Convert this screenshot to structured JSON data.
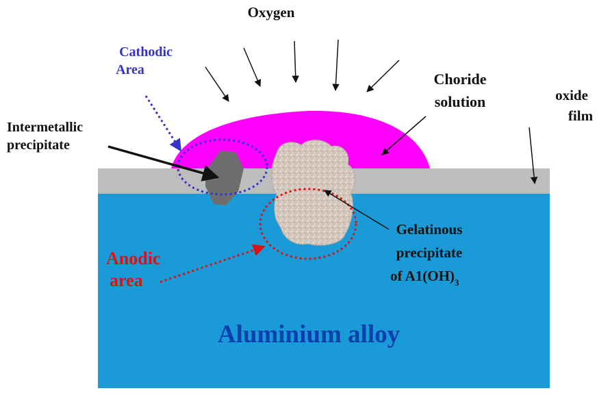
{
  "labels": {
    "oxygen": "Oxygen",
    "cathodic_line1": "Cathodic",
    "cathodic_line2": "Area",
    "chloride_line1": "Choride",
    "chloride_line2": "solution",
    "oxide_line1": "oxide",
    "oxide_line2": "film",
    "intermetallic_line1": "Intermetallic",
    "intermetallic_line2": "precipitate",
    "anodic_line1": "Anodic",
    "anodic_line2": "area",
    "gel_line1": "Gelatinous",
    "gel_line2": "precipitate",
    "gel_line3": "of A1(OH)",
    "gel_sub": "3",
    "alloy": "Aluminium alloy"
  },
  "colors": {
    "alloy": "#1a9ad6",
    "oxide_film": "#bdbdbd",
    "droplet": "#ff00ff",
    "cathodic": "#3333cc",
    "anodic": "#dd1111",
    "alloy_text": "#0a3fb0",
    "intermetallic": "#6e6e6e",
    "gelatinous": "#d2c6bc"
  }
}
